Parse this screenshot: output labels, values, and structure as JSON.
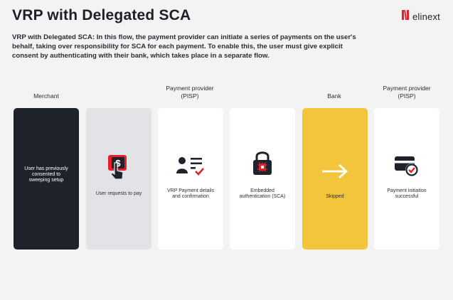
{
  "header": {
    "title": "VRP with Delegated SCA",
    "description": "VRP with Delegated SCA: In this flow, the payment provider can initiate a series of payments on the user's behalf, taking over responsibility for SCA for each payment. To enable this, the user must give explicit consent by authenticating with their bank, which takes place in a separate flow.",
    "logo_text": "elinext",
    "brand_color": "#e4202b"
  },
  "columns": [
    {
      "label": "Merchant"
    },
    {
      "label": ""
    },
    {
      "label": "Payment provider\n(PISP)"
    },
    {
      "label": ""
    },
    {
      "label": "Bank"
    },
    {
      "label": "Payment provider\n(PISP)"
    }
  ],
  "steps": [
    {
      "text": "User has previously consented to sweeping setup",
      "icon": "none",
      "style": "dark"
    },
    {
      "text": "User requests to pay",
      "icon": "phone-tap-icon",
      "style": "gray"
    },
    {
      "text": "VRP Payment details and confirmation",
      "icon": "user-list-check-icon",
      "style": "white"
    },
    {
      "text": "Embedded authentication (SCA)",
      "icon": "padlock-chip-icon",
      "style": "white"
    },
    {
      "text": "Skipped",
      "icon": "arrow-right-icon",
      "style": "yellow"
    },
    {
      "text": "Payment initiation successful",
      "icon": "card-check-icon",
      "style": "white"
    }
  ],
  "colors": {
    "dark": "#1e222b",
    "accent_red": "#e4202b",
    "yellow": "#f3c53c",
    "gray_card": "#e2e3e6"
  }
}
